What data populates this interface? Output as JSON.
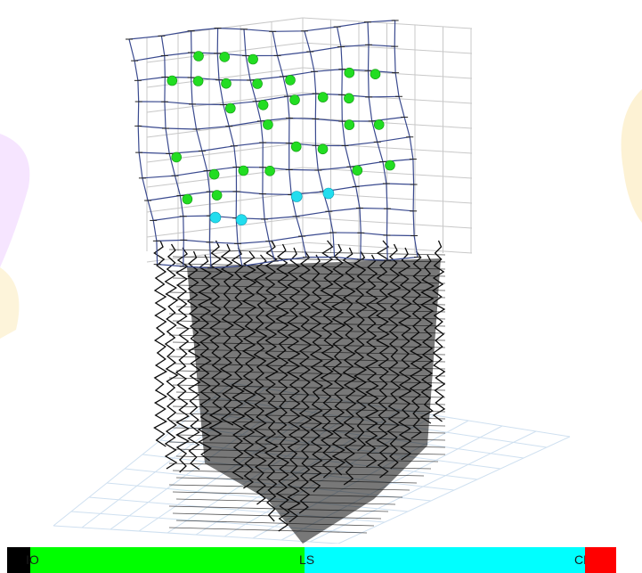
{
  "legend": {
    "labels": {
      "io": "IO",
      "ls": "LS",
      "cp": "CP"
    },
    "segments": [
      {
        "name": "black",
        "color": "#000000"
      },
      {
        "name": "io-ls",
        "color": "#00ff00"
      },
      {
        "name": "ls-cp",
        "color": "#00ffff"
      },
      {
        "name": "cp",
        "color": "#ff0000"
      }
    ]
  },
  "colors": {
    "frame_deformed": "#3a4a8f",
    "frame_undeformed": "#c8c8c8",
    "ground_grid": "#cfe0f0",
    "members_collapsed": "#0a0a0a",
    "hinge_io": "#22dd22",
    "hinge_ls": "#22ddee",
    "watermark": "#f7e6ff"
  },
  "icons": {
    "hinge_marker": "circle-dot",
    "support_marker": "zigzag-spring"
  }
}
